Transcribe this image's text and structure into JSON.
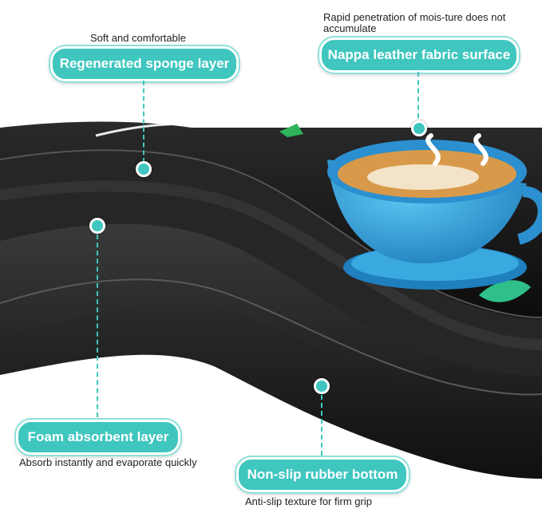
{
  "labels": {
    "sponge": {
      "caption": "Soft and comfortable",
      "title": "Regenerated sponge layer"
    },
    "nappa": {
      "caption": "Rapid penetration of mois-ture does not accumulate",
      "title": "Nappa leather fabric surface"
    },
    "foam": {
      "title": "Foam absorbent layer",
      "caption": "Absorb instantly and evaporate quickly"
    },
    "rubber": {
      "title": "Non-slip rubber bottom",
      "caption": "Anti-slip texture for firm grip"
    }
  },
  "colors": {
    "accent": "#3fc6bf",
    "mat_dark": "#1b1b1b",
    "cup_blue": "#2f9fd8"
  }
}
